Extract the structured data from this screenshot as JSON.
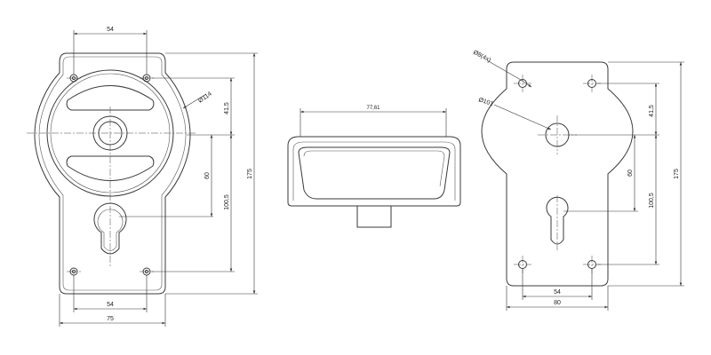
{
  "front_view": {
    "width_top": "54",
    "width_bottom": "54",
    "width_total": "75",
    "dia_body": "Ø114",
    "height_upper": "41,5",
    "height_60": "60",
    "height_100_5": "100,5",
    "height_total": "175"
  },
  "side_view": {
    "width": "77,61"
  },
  "rear_view": {
    "hole_dia": "Ø8(4x)",
    "dia_body": "Ø101",
    "height_upper": "41,5",
    "height_60": "60",
    "height_100_5": "100,5",
    "height_total": "175",
    "width_54": "54",
    "width_80": "80"
  }
}
